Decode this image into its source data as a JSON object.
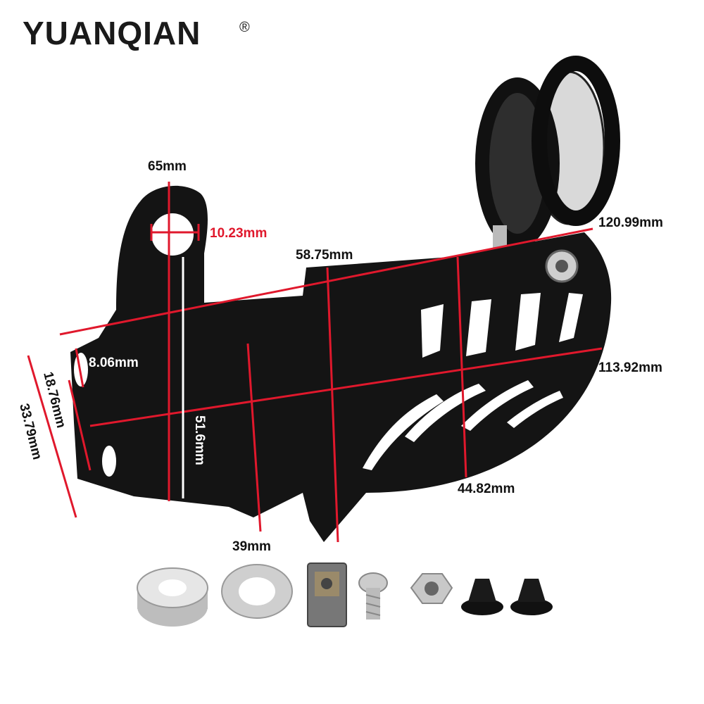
{
  "brand": {
    "name": "YUANQIAN",
    "registered": "®"
  },
  "colors": {
    "dimension_line": "#e0182c",
    "guard": "#141414",
    "text": "#111111"
  },
  "dimensions": {
    "top_tab_width": "65mm",
    "hole_diameter": "10.23mm",
    "top_length": "58.75mm",
    "overall_length": "120.99mm",
    "small_hole": "8.06mm",
    "bottom_length": "113.92mm",
    "left_spacing": "18.76mm",
    "left_height": "33.79mm",
    "tab_height": "51.6mm",
    "step_height": "39mm",
    "vent_height": "44.82mm"
  },
  "hardware": [
    "spacer",
    "washer",
    "clip-nut",
    "screw",
    "hex-nut",
    "rubber-grommet",
    "rubber-grommet"
  ]
}
